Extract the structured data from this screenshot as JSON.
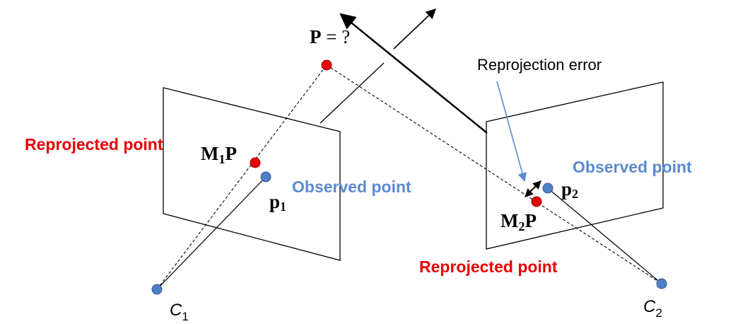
{
  "point_label": {
    "symbol": "P",
    "rest": " = ?"
  },
  "reprojection_error": "Reprojection error",
  "left": {
    "reprojected_label": "Reprojected point",
    "observed_label": "Observed point",
    "projection": {
      "m": "M",
      "sub": "1",
      "p": "P"
    },
    "observed": {
      "p": "p",
      "sub": "1"
    },
    "camera": {
      "c": "C",
      "sub": "1"
    }
  },
  "right": {
    "reprojected_label": "Reprojected point",
    "observed_label": "Observed point",
    "projection": {
      "m": "M",
      "sub": "2",
      "p": "P"
    },
    "observed": {
      "p": "p",
      "sub": "2"
    },
    "camera": {
      "c": "C",
      "sub": "2"
    }
  },
  "colors": {
    "reprojected_dot": "#e60000",
    "observed_dot": "#4f7fc4",
    "reprojected_text": "#e60000",
    "observed_text": "#5b8bd0",
    "arrow_note": "#5b8bd0"
  }
}
